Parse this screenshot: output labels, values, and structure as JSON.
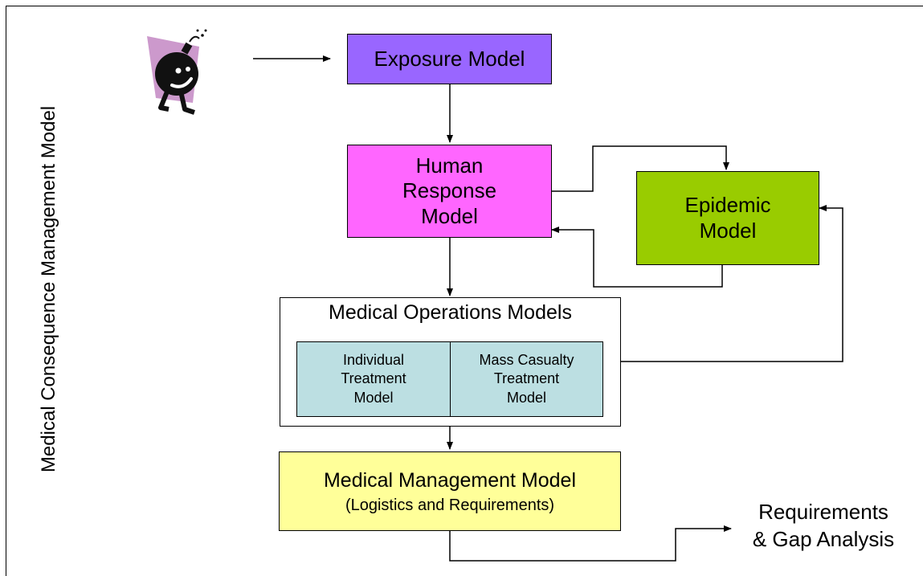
{
  "side_title": "Medical Consequence Management Model",
  "exposure": {
    "label": "Exposure Model",
    "color": "#9966ff"
  },
  "human_response": {
    "line1": "Human",
    "line2": "Response",
    "line3": "Model",
    "color": "#ff66ff"
  },
  "epidemic": {
    "line1": "Epidemic",
    "line2": "Model",
    "color": "#99cc00"
  },
  "medical_operations": {
    "title": "Medical Operations Models",
    "individual": {
      "line1": "Individual",
      "line2": "Treatment",
      "line3": "Model"
    },
    "mass_casualty": {
      "line1": "Mass Casualty",
      "line2": "Treatment",
      "line3": "Model"
    },
    "sub_color": "#bcdfe2"
  },
  "medical_management": {
    "line1": "Medical Management Model",
    "line2": "(Logistics and Requirements)",
    "color": "#ffff99"
  },
  "requirements": {
    "line1": "Requirements",
    "line2": "& Gap Analysis"
  }
}
